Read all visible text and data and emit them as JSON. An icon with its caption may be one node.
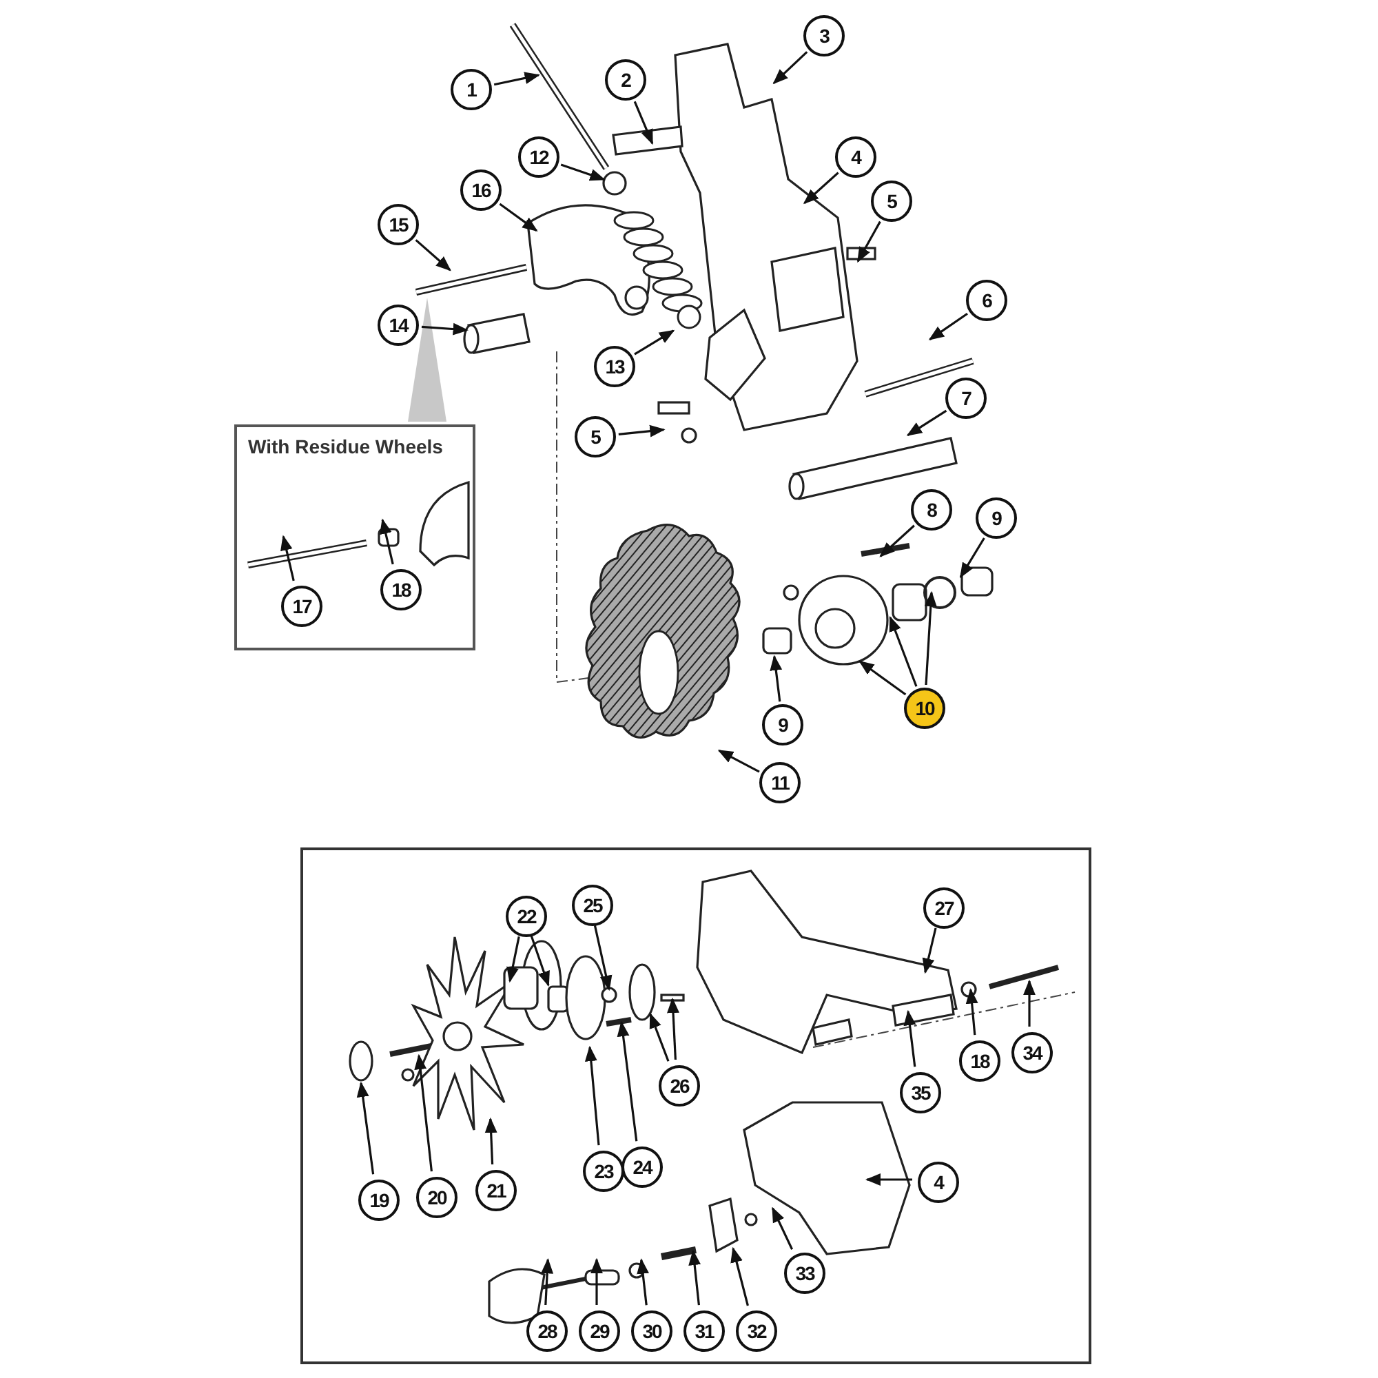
{
  "diagram": {
    "nodes": [
      {
        "text": [
          "3"
        ]
      },
      {
        "text": [
          "2"
        ]
      },
      {
        "text": [
          "1"
        ]
      },
      {
        "text": [
          "12"
        ]
      },
      {
        "text": [
          "4"
        ]
      },
      {
        "text": [
          "16"
        ]
      },
      {
        "text": [
          "5"
        ]
      },
      {
        "text": [
          "15"
        ]
      },
      {
        "text": [
          "6"
        ]
      },
      {
        "text": [
          "14"
        ]
      },
      {
        "text": [
          "13"
        ]
      },
      {
        "text": [
          "7"
        ]
      },
      {
        "text": [
          "With Residue Wheels"
        ]
      },
      {
        "text": [
          "5"
        ]
      },
      {
        "text": [
          "8"
        ]
      },
      {
        "text": [
          "9"
        ]
      },
      {
        "text": [
          "18"
        ],
        "in": 12
      },
      {
        "text": [
          "17"
        ],
        "in": 12
      },
      {
        "text": [
          "9"
        ]
      },
      {
        "text": [
          "10"
        ]
      },
      {
        "text": [
          "11"
        ]
      },
      {
        "text": [],
        "shape": "box"
      },
      {
        "text": [
          "25"
        ],
        "in": 21
      },
      {
        "text": [
          "27"
        ],
        "in": 21
      },
      {
        "text": [
          "22"
        ],
        "in": 21
      },
      {
        "text": [
          "34"
        ],
        "in": 21
      },
      {
        "text": [
          "18"
        ],
        "in": 21
      },
      {
        "text": [
          "35"
        ],
        "in": 21
      },
      {
        "text": [
          "26"
        ],
        "in": 21
      },
      {
        "text": [
          "24"
        ],
        "in": 21
      },
      {
        "text": [
          "23"
        ],
        "in": 21
      },
      {
        "text": [
          "4"
        ],
        "in": 21
      },
      {
        "text": [
          "21"
        ],
        "in": 21
      },
      {
        "text": [
          "20"
        ],
        "in": 21
      },
      {
        "text": [
          "19"
        ],
        "in": 21
      },
      {
        "text": [
          "33"
        ],
        "in": 21
      },
      {
        "text": [
          "28"
        ],
        "in": 21
      },
      {
        "text": [
          "29"
        ],
        "in": 21
      },
      {
        "text": [
          "30"
        ],
        "in": 21
      },
      {
        "text": [
          "31"
        ],
        "in": 21
      },
      {
        "text": [
          "32"
        ],
        "in": 21
      }
    ],
    "edges": [
      {
        "from": 0,
        "to": null,
        "arrow": "to"
      },
      {
        "from": 1,
        "to": null,
        "arrow": "to"
      },
      {
        "from": 2,
        "to": null,
        "arrow": "to"
      },
      {
        "from": 3,
        "to": null,
        "arrow": "to"
      },
      {
        "from": 4,
        "to": null,
        "arrow": "to"
      },
      {
        "from": 5,
        "to": null,
        "arrow": "to"
      },
      {
        "from": 6,
        "to": null,
        "arrow": "to"
      },
      {
        "from": 7,
        "to": null,
        "arrow": "to"
      },
      {
        "from": 8,
        "to": null,
        "arrow": "to"
      },
      {
        "from": 9,
        "to": null,
        "arrow": "to"
      },
      {
        "from": 10,
        "to": null,
        "arrow": "to"
      },
      {
        "from": 11,
        "to": null,
        "arrow": "to"
      },
      {
        "from": 13,
        "to": null,
        "arrow": "to"
      },
      {
        "from": 14,
        "to": null,
        "arrow": "to"
      },
      {
        "from": 15,
        "to": null,
        "arrow": "to"
      },
      {
        "from": 16,
        "to": null,
        "arrow": "to"
      },
      {
        "from": 17,
        "to": null,
        "arrow": "to"
      },
      {
        "from": 18,
        "to": null,
        "arrow": "to"
      },
      {
        "from": 19,
        "to": null,
        "arrow": "to"
      },
      {
        "from": 19,
        "to": null,
        "arrow": "to"
      },
      {
        "from": 19,
        "to": null,
        "arrow": "to"
      },
      {
        "from": 20,
        "to": null,
        "arrow": "to"
      },
      {
        "from": 22,
        "to": null,
        "arrow": "to"
      },
      {
        "from": 23,
        "to": null,
        "arrow": "to"
      },
      {
        "from": 24,
        "to": null,
        "arrow": "to"
      },
      {
        "from": 24,
        "to": null,
        "arrow": "to"
      },
      {
        "from": 25,
        "to": null,
        "arrow": "to"
      },
      {
        "from": 26,
        "to": null,
        "arrow": "to"
      },
      {
        "from": 27,
        "to": null,
        "arrow": "to"
      },
      {
        "from": 28,
        "to": null,
        "arrow": "to"
      },
      {
        "from": 28,
        "to": null,
        "arrow": "to"
      },
      {
        "from": 29,
        "to": null,
        "arrow": "to"
      },
      {
        "from": 30,
        "to": null,
        "arrow": "to"
      },
      {
        "from": 31,
        "to": null,
        "arrow": "to"
      },
      {
        "from": 32,
        "to": null,
        "arrow": "to"
      },
      {
        "from": 33,
        "to": null,
        "arrow": "to"
      },
      {
        "from": 34,
        "to": null,
        "arrow": "to"
      },
      {
        "from": 35,
        "to": null,
        "arrow": "to"
      },
      {
        "from": 36,
        "to": null,
        "arrow": "to"
      },
      {
        "from": 37,
        "to": null,
        "arrow": "to"
      },
      {
        "from": 38,
        "to": null,
        "arrow": "to"
      },
      {
        "from": 39,
        "to": null,
        "arrow": "to"
      },
      {
        "from": 40,
        "to": null,
        "arrow": "to"
      }
    ]
  }
}
